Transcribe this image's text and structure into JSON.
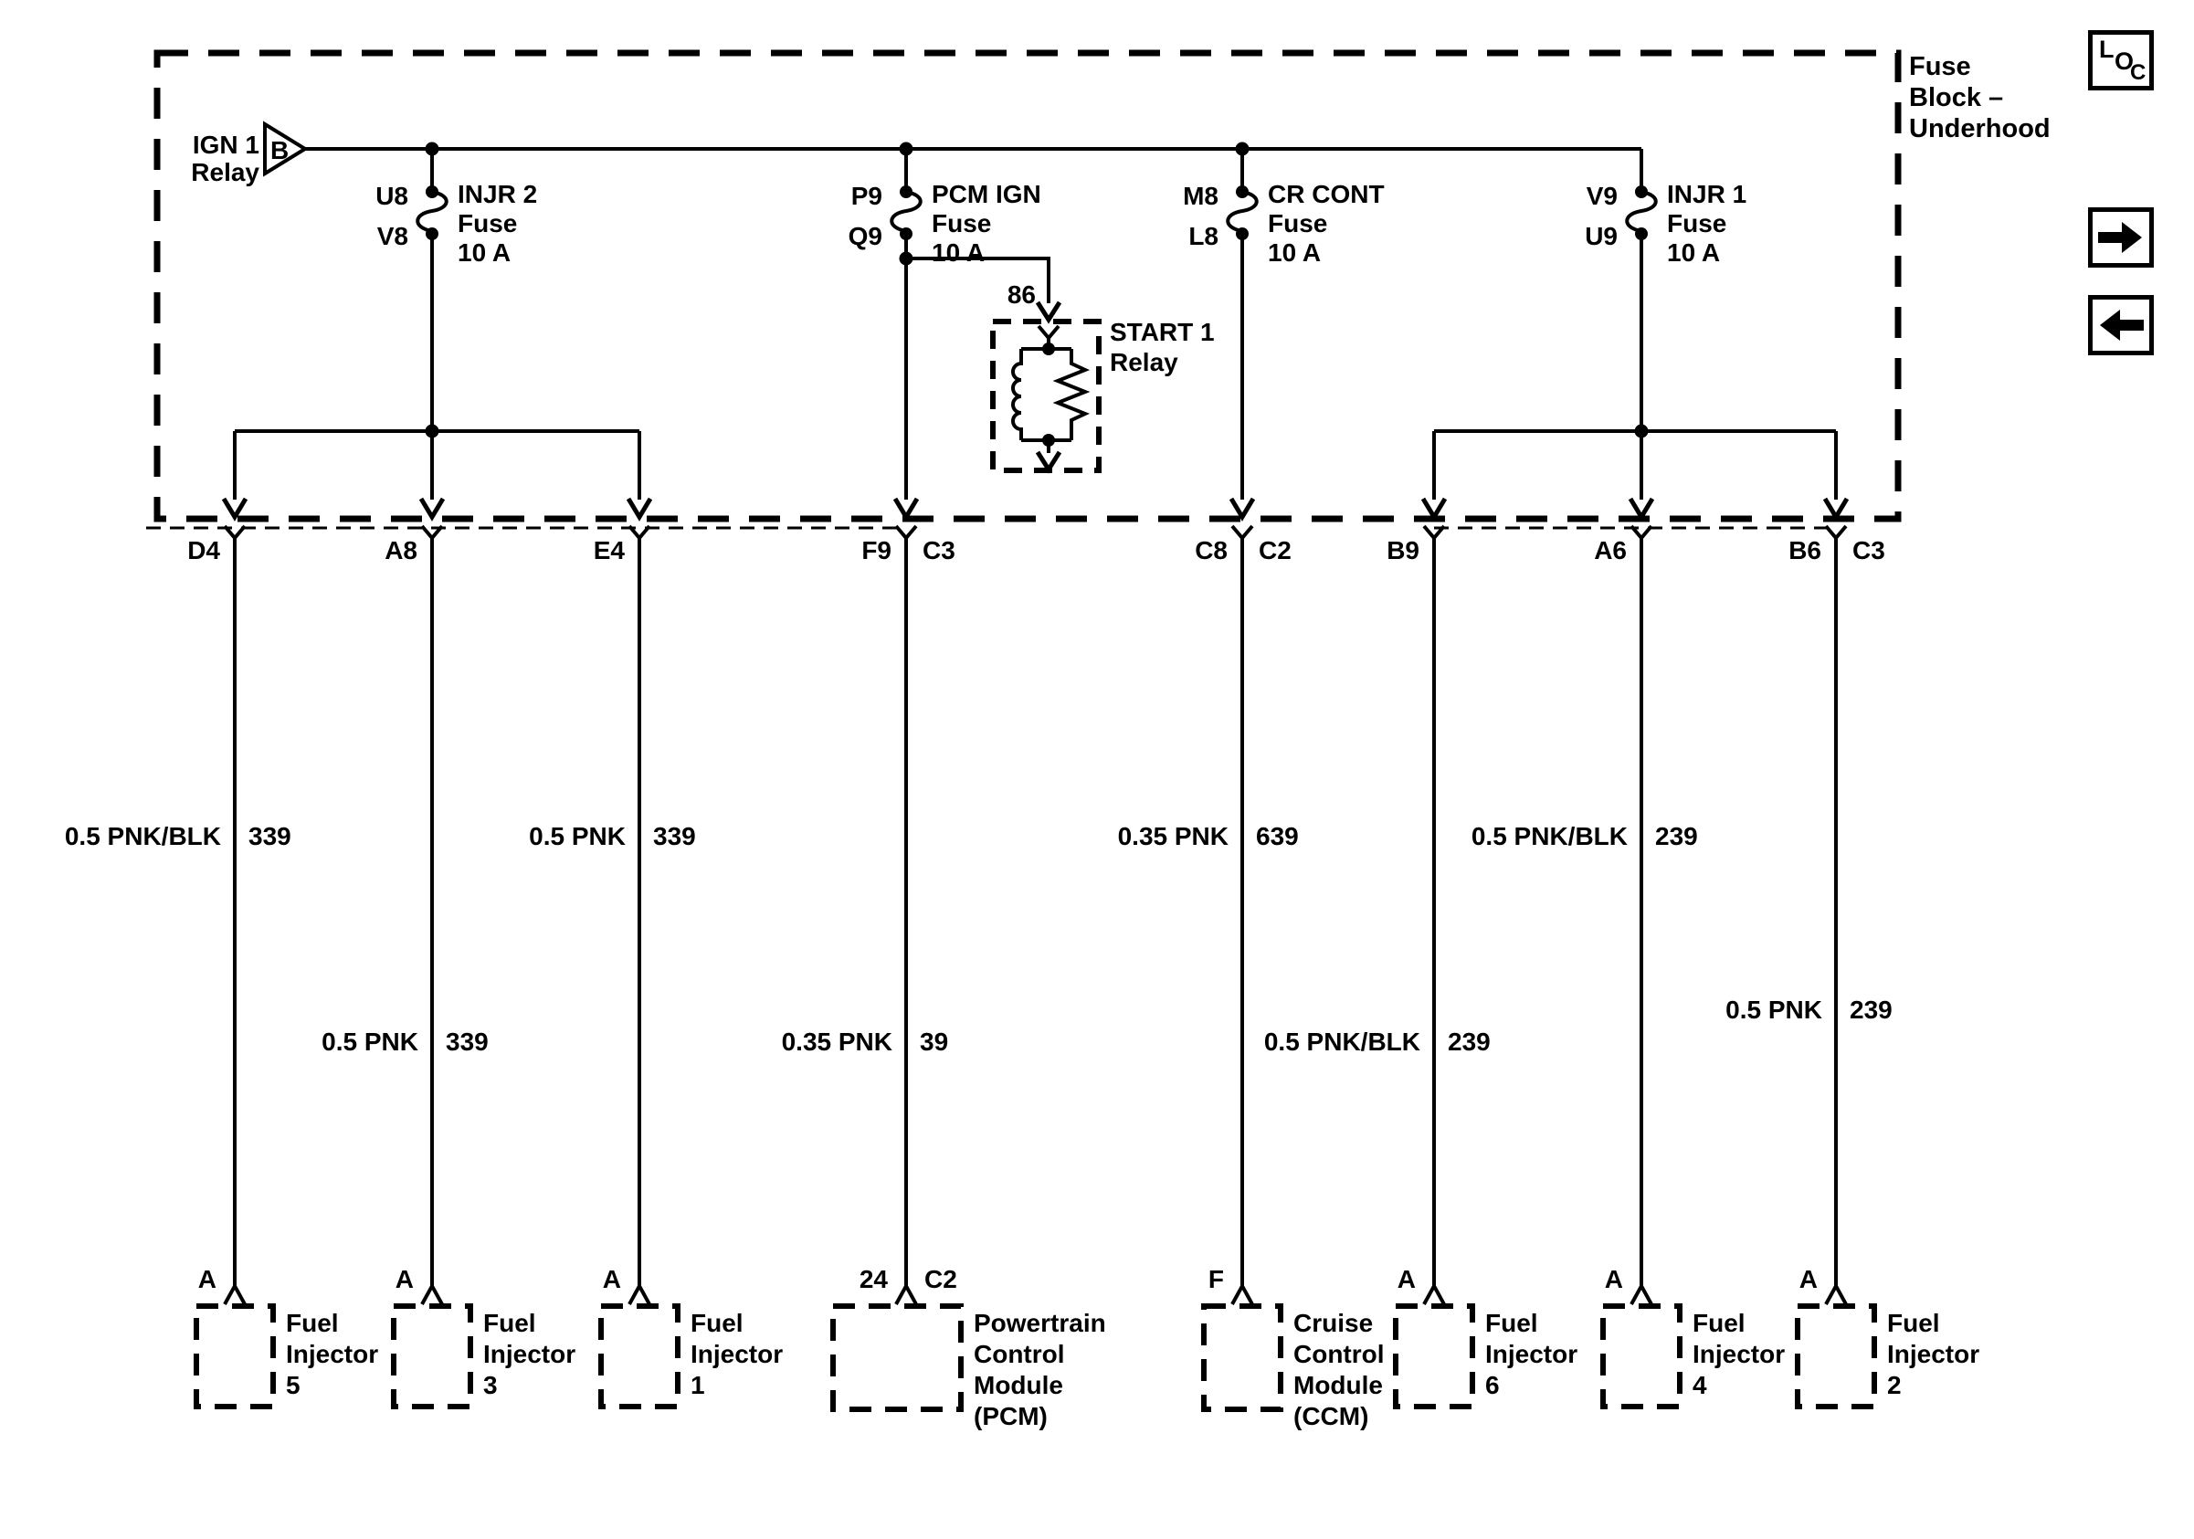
{
  "colors": {
    "ink": "#000000",
    "paper": "#ffffff"
  },
  "legend": {
    "lines": [
      "Fuse",
      "Block –",
      "Underhood"
    ]
  },
  "nav": {
    "loc": {
      "l": "L",
      "o": "O",
      "c": "C"
    },
    "forward_icon": "right-arrow",
    "back_icon": "left-arrow"
  },
  "source": {
    "label_line1": "IGN 1",
    "label_line2": "Relay",
    "terminal": "B"
  },
  "fuses": [
    {
      "pin_top": "U8",
      "pin_bottom": "V8",
      "name": "INJR 2",
      "kind": "Fuse",
      "rating": "10 A"
    },
    {
      "pin_top": "P9",
      "pin_bottom": "Q9",
      "name": "PCM IGN",
      "kind": "Fuse",
      "rating": "10 A"
    },
    {
      "pin_top": "M8",
      "pin_bottom": "L8",
      "name": "CR CONT",
      "kind": "Fuse",
      "rating": "10 A"
    },
    {
      "pin_top": "V9",
      "pin_bottom": "U9",
      "name": "INJR 1",
      "kind": "Fuse",
      "rating": "10 A"
    }
  ],
  "start_relay": {
    "pin": "86",
    "name_line1": "START 1",
    "name_line2": "Relay"
  },
  "connector_row": [
    {
      "left": "D4",
      "right": ""
    },
    {
      "left": "A8",
      "right": ""
    },
    {
      "left": "E4",
      "right": ""
    },
    {
      "left": "F9",
      "right": "C3"
    },
    {
      "left": "C8",
      "right": "C2"
    },
    {
      "left": "B9",
      "right": ""
    },
    {
      "left": "A6",
      "right": ""
    },
    {
      "left": "B6",
      "right": "C3"
    }
  ],
  "wires": [
    {
      "label": "0.5 PNK/BLK",
      "circuit": "339"
    },
    {
      "label": "0.5 PNK",
      "circuit": "339"
    },
    {
      "label": "0.5 PNK",
      "circuit": "339"
    },
    {
      "label": "0.35 PNK",
      "circuit": "39"
    },
    {
      "label": "0.35 PNK",
      "circuit": "639"
    },
    {
      "label": "0.5 PNK/BLK",
      "circuit": "239"
    },
    {
      "label": "0.5 PNK/BLK",
      "circuit": "239"
    },
    {
      "label": "0.5 PNK",
      "circuit": "239"
    }
  ],
  "components": [
    {
      "pin": "A",
      "pin_right": "",
      "lines": [
        "Fuel",
        "Injector",
        "5"
      ]
    },
    {
      "pin": "A",
      "pin_right": "",
      "lines": [
        "Fuel",
        "Injector",
        "3"
      ]
    },
    {
      "pin": "A",
      "pin_right": "",
      "lines": [
        "Fuel",
        "Injector",
        "1"
      ]
    },
    {
      "pin": "24",
      "pin_right": "C2",
      "lines": [
        "Powertrain",
        "Control",
        "Module",
        "(PCM)"
      ]
    },
    {
      "pin": "F",
      "pin_right": "",
      "lines": [
        "Cruise",
        "Control",
        "Module",
        "(CCM)"
      ]
    },
    {
      "pin": "A",
      "pin_right": "",
      "lines": [
        "Fuel",
        "Injector",
        "6"
      ]
    },
    {
      "pin": "A",
      "pin_right": "",
      "lines": [
        "Fuel",
        "Injector",
        "4"
      ]
    },
    {
      "pin": "A",
      "pin_right": "",
      "lines": [
        "Fuel",
        "Injector",
        "2"
      ]
    }
  ]
}
